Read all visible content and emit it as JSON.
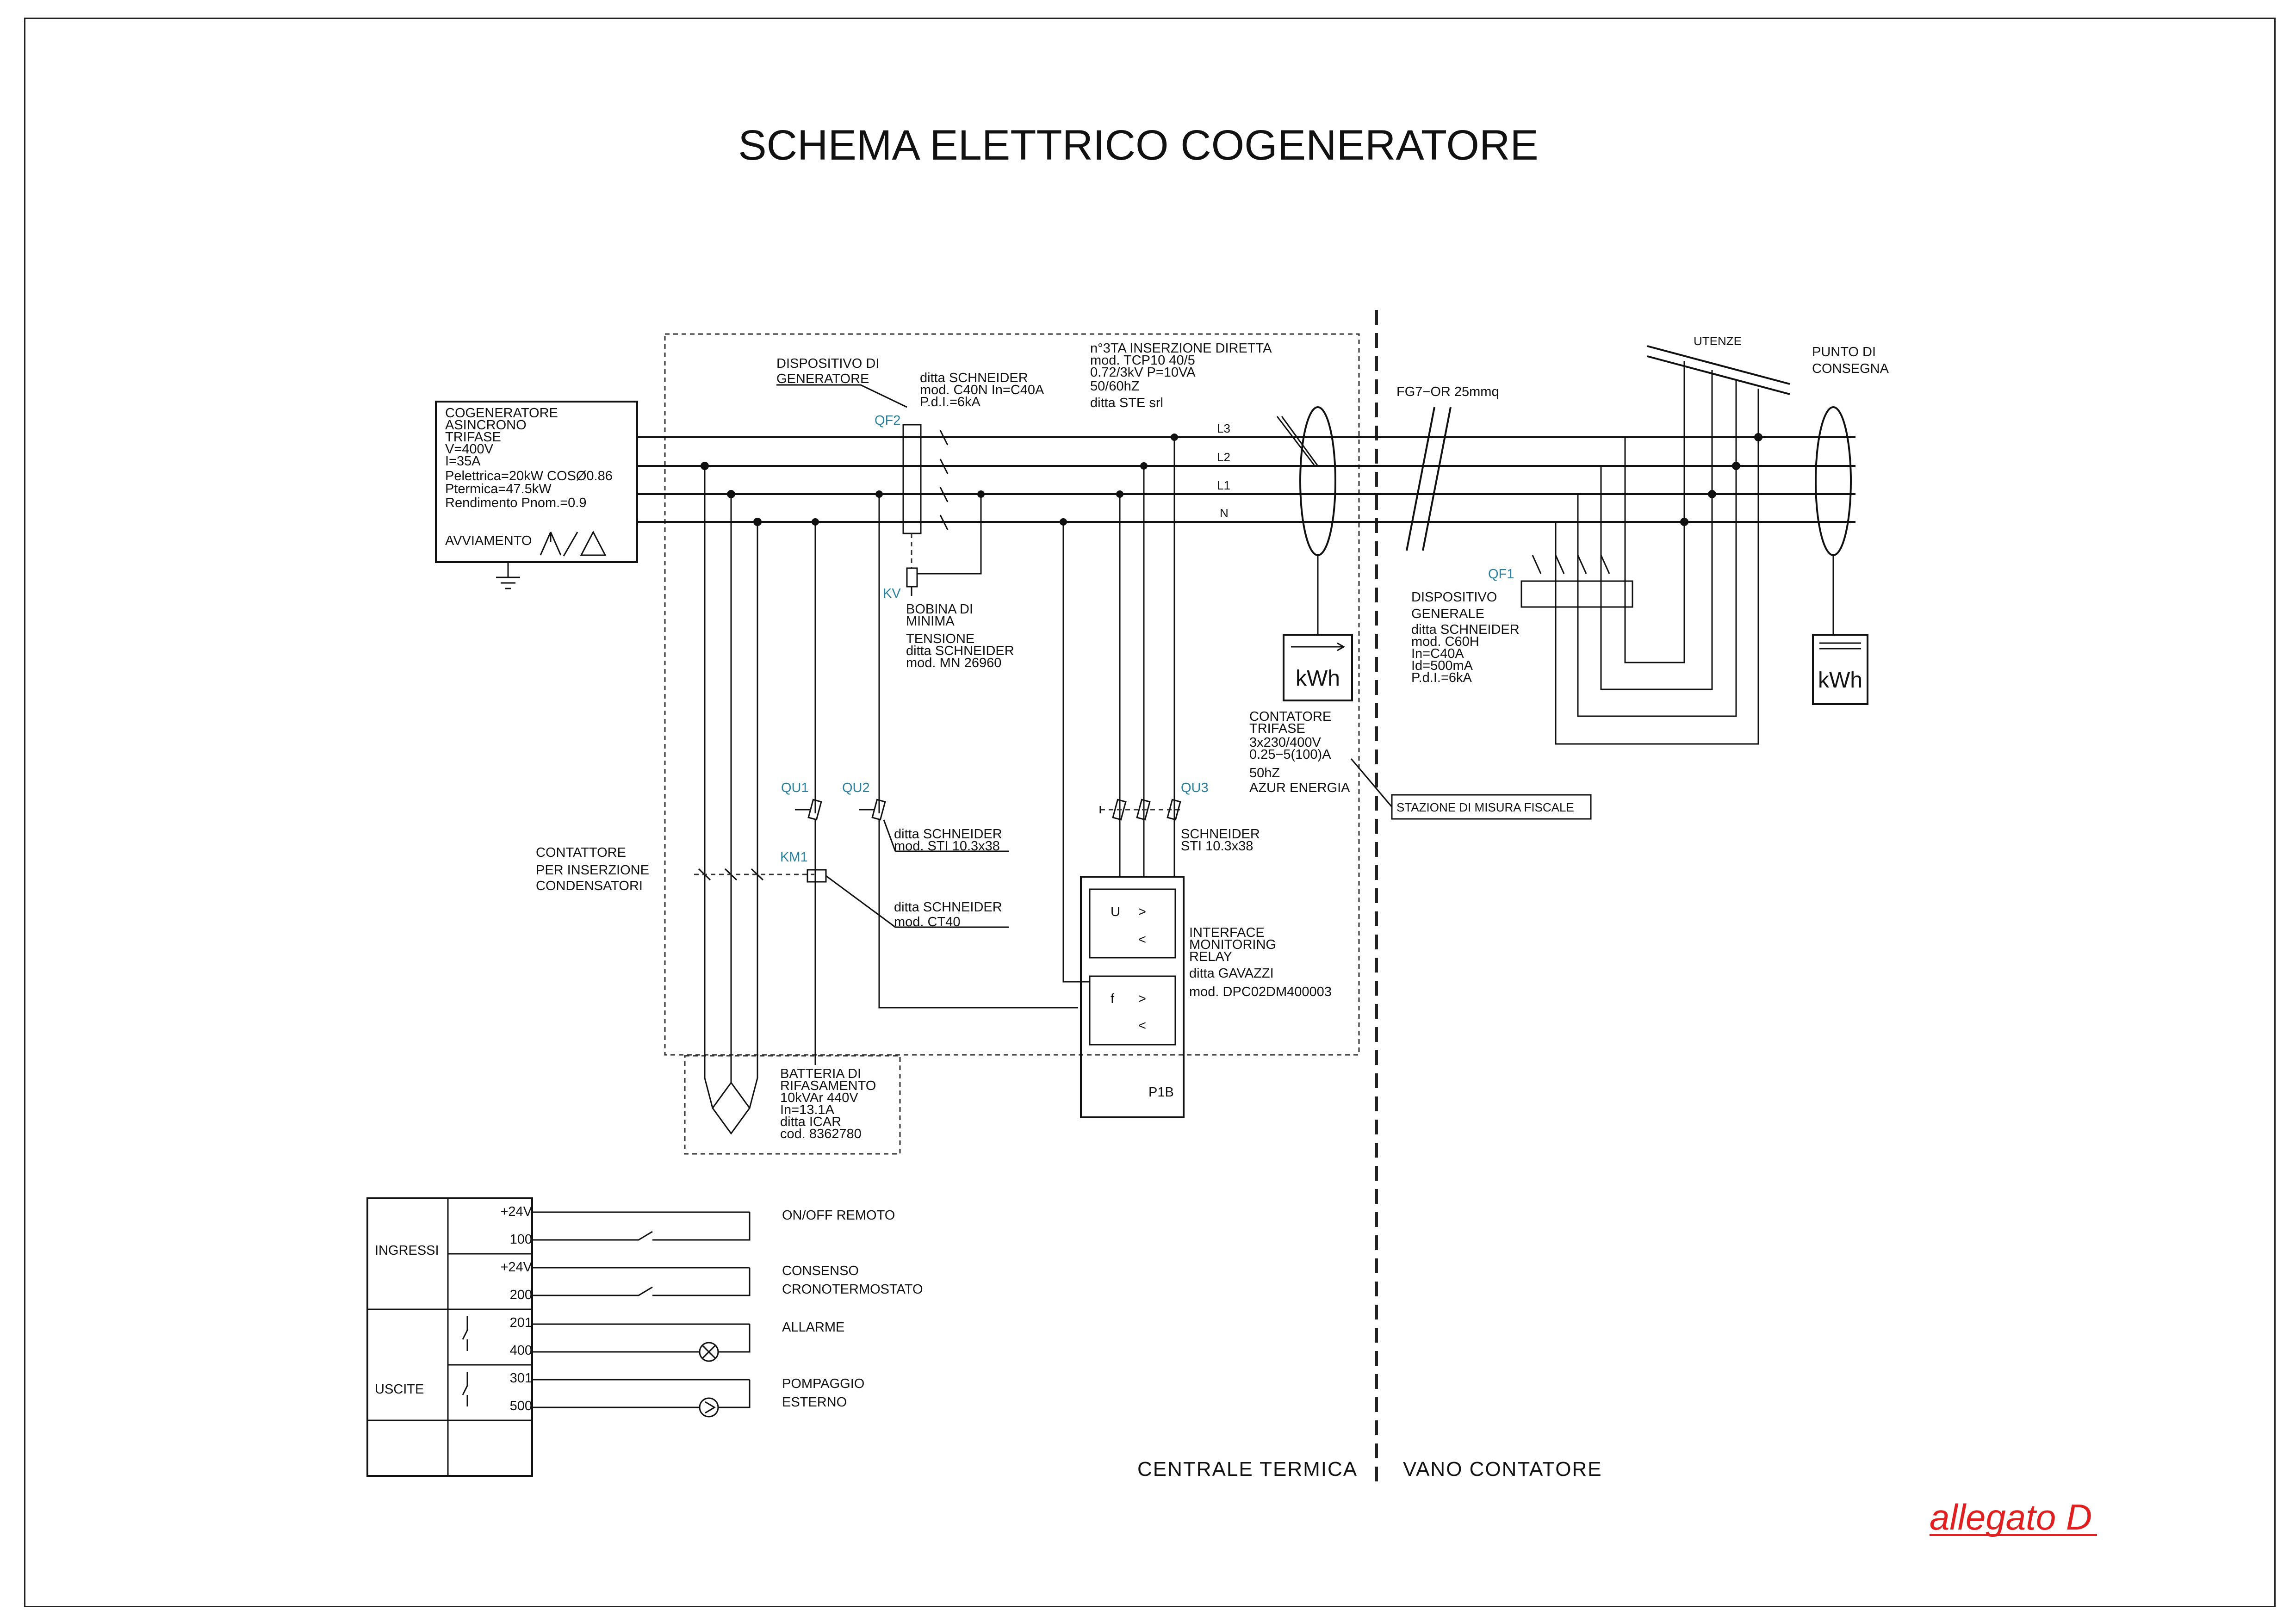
{
  "title": "SCHEMA ELETTRICO COGENERATORE",
  "generator": {
    "lines": [
      "COGENERATORE",
      "ASINCRONO",
      "TRIFASE",
      "V=400V",
      "I=35A",
      "Pelettrica=20kW  COSØ0.86",
      "Ptermica=47.5kW",
      "Rendimento  Pnom.=0.9"
    ],
    "start_label": "AVVIAMENTO"
  },
  "qf2": {
    "tag": "QF2",
    "title_lines": [
      "DISPOSITIVO  DI",
      "GENERATORE"
    ],
    "spec_lines": [
      "ditta  SCHNEIDER",
      "mod.  C40N  In=C40A",
      "P.d.I.=6kA"
    ]
  },
  "ta": {
    "lines": [
      "n°3TA  INSERZIONE  DIRETTA",
      "mod.  TCP10  40/5",
      "0.72/3kV  P=10VA",
      "50/60hZ",
      "ditta  STE  srl"
    ]
  },
  "phases": [
    "L3",
    "L2",
    "L1",
    "N"
  ],
  "kv": {
    "tag": "KV",
    "lines": [
      "BOBINA  DI",
      "MINIMA",
      "TENSIONE",
      "ditta  SCHNEIDER",
      "mod.  MN  26960"
    ]
  },
  "meter": {
    "display": "kWh",
    "lines": [
      "CONTATORE",
      "TRIFASE",
      "3x230/400V",
      "0.25−5(100)A",
      "50hZ",
      "AZUR  ENERGIA"
    ]
  },
  "cable": "FG7−OR  25mmq",
  "utenze": "UTENZE",
  "delivery": {
    "lines": [
      "PUNTO  DI",
      "CONSEGNA"
    ],
    "display": "kWh"
  },
  "qf1": {
    "tag": "QF1",
    "lines": [
      "DISPOSITIVO",
      "GENERALE",
      "ditta  SCHNEIDER",
      "mod.  C60H",
      "In=C40A",
      "Id=500mA",
      "P.d.I.=6kA"
    ]
  },
  "station": "STAZIONE DI MISURA FISCALE",
  "qu1": "QU1",
  "qu2": "QU2",
  "qu3": "QU3",
  "km1": "KM1",
  "qu_spec": [
    "ditta  SCHNEIDER",
    "mod.  STI  10.3x38"
  ],
  "qu3_spec": [
    "SCHNEIDER",
    "STI  10.3x38"
  ],
  "contactor": {
    "lines": [
      "CONTATTORE",
      "PER  INSERZIONE",
      "CONDENSATORI"
    ],
    "spec_lines": [
      "ditta  SCHNEIDER",
      "mod.  CT40"
    ]
  },
  "relay": {
    "lines": [
      "INTERFACE",
      "MONITORING",
      "RELAY",
      "ditta  GAVAZZI",
      "mod.  DPC02DM400003"
    ],
    "u_label": "U",
    "f_label": "f",
    "gt": ">",
    "lt": "<",
    "tag": "P1B"
  },
  "battery": {
    "lines": [
      "BATTERIA  DI",
      "RIFASAMENTO",
      "10kVAr  440V",
      "In=13.1A",
      "ditta  ICAR",
      "cod.  8362780"
    ]
  },
  "io": {
    "inputs_label": "INGRESSI",
    "outputs_label": "USCITE",
    "terminals": [
      "+24V",
      "100",
      "+24V",
      "200",
      "201",
      "400",
      "301",
      "500"
    ],
    "signals": [
      {
        "lines": [
          "ON/OFF  REMOTO"
        ]
      },
      {
        "lines": [
          "CONSENSO",
          "CRONOTERMOSTATO"
        ]
      },
      {
        "lines": [
          "ALLARME"
        ]
      },
      {
        "lines": [
          "POMPAGGIO",
          "ESTERNO"
        ]
      }
    ]
  },
  "zones": {
    "left": "CENTRALE  TERMICA",
    "right": "VANO  CONTATORE"
  },
  "attachment": "allegato D"
}
